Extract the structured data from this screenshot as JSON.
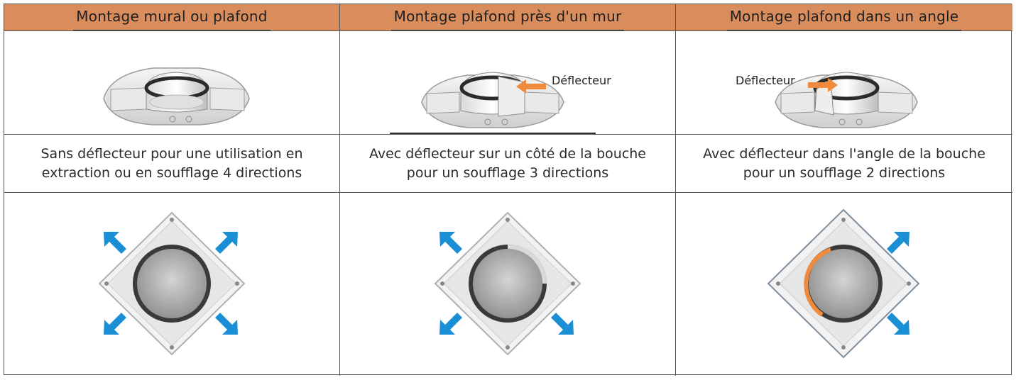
{
  "columns": [
    {
      "title": "Montage mural ou plafond",
      "description_lines": [
        "Sans déflecteur pour une utilisation en",
        "extraction ou en soufflage 4 directions"
      ]
    },
    {
      "title": "Montage plafond près d'un mur",
      "deflector_label": "Déflecteur",
      "description_lines": [
        "Avec déflecteur sur un côté de la bouche",
        "pour un soufflage 3 directions"
      ]
    },
    {
      "title": "Montage plafond dans un angle",
      "deflector_label": "Déflecteur",
      "description_lines": [
        "Avec déflecteur dans l'angle de la bouche",
        "pour un soufflage 2 directions"
      ]
    }
  ],
  "colors": {
    "header_bg": "#d98c5c",
    "arrow_blue": "#1a8fd6",
    "deflector_orange": "#f08a3c",
    "border": "#555555"
  },
  "icons": {
    "vent_product": "vent-product-icon",
    "airflow_arrow": "arrow-icon",
    "deflector_arrow": "orange-arrow-icon"
  }
}
